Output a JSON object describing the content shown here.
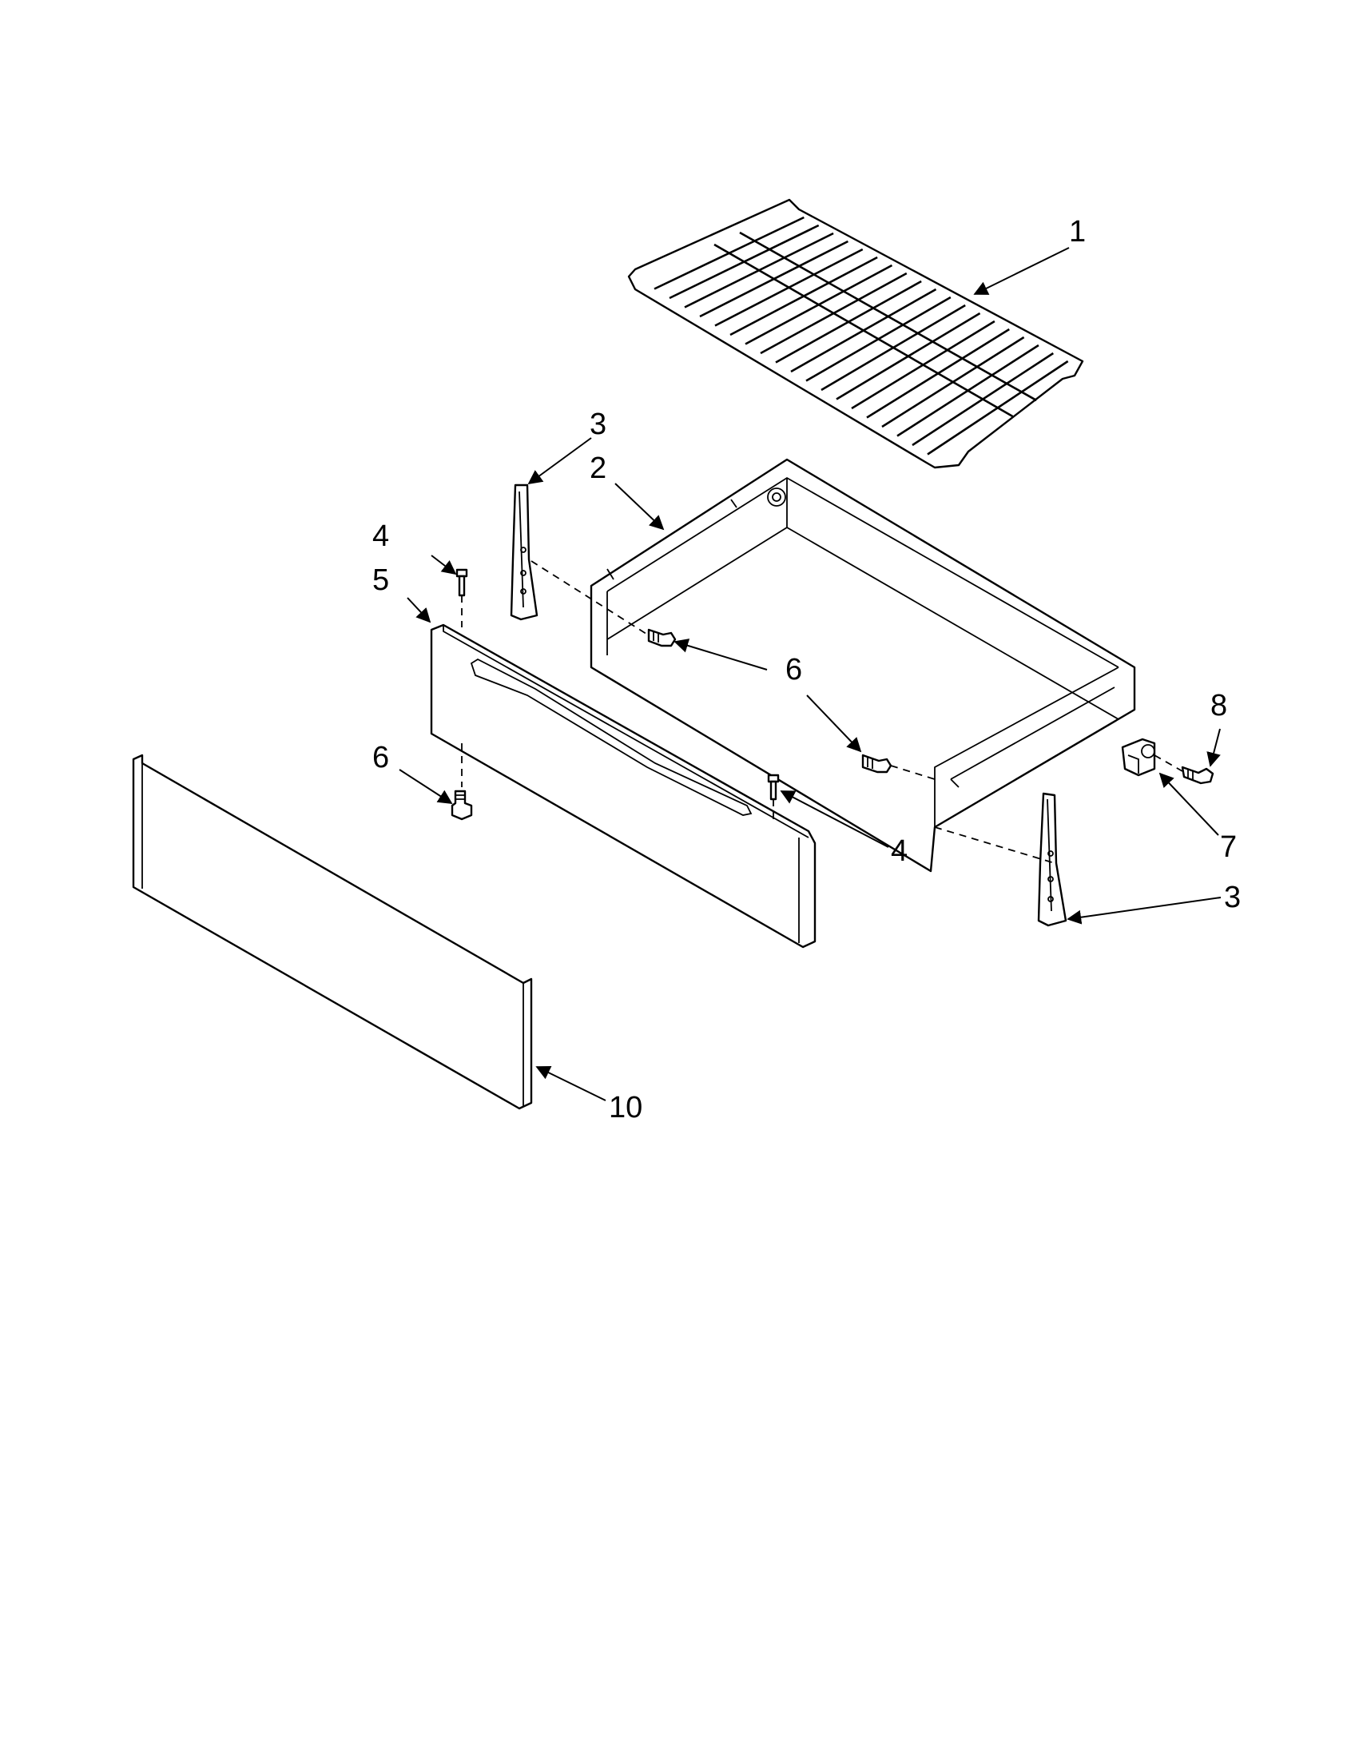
{
  "callouts": {
    "c1": "1",
    "c2": "2",
    "c3a": "3",
    "c3b": "3",
    "c4a": "4",
    "c4b": "4",
    "c5": "5",
    "c6a": "6",
    "c6b": "6",
    "c6c": "6",
    "c7": "7",
    "c8": "8",
    "c10": "10"
  },
  "parts": [
    {
      "callout": "1",
      "name": "oven-rack"
    },
    {
      "callout": "2",
      "name": "storage-drawer"
    },
    {
      "callout": "3",
      "name": "drawer-slide-support"
    },
    {
      "callout": "4",
      "name": "screw"
    },
    {
      "callout": "5",
      "name": "drawer-front-panel"
    },
    {
      "callout": "6",
      "name": "screw"
    },
    {
      "callout": "7",
      "name": "bracket"
    },
    {
      "callout": "8",
      "name": "screw"
    },
    {
      "callout": "10",
      "name": "kick-panel"
    }
  ]
}
